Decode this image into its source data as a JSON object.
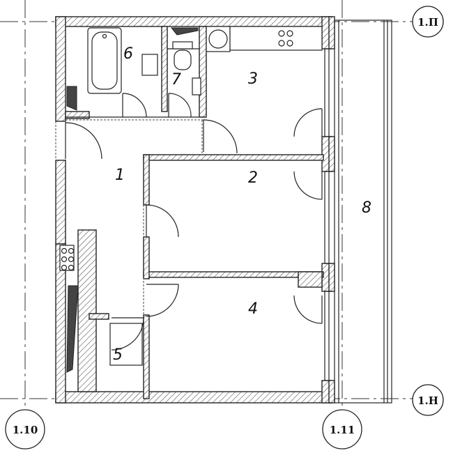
{
  "rooms": [
    {
      "id": "1",
      "label": "1"
    },
    {
      "id": "2",
      "label": "2"
    },
    {
      "id": "3",
      "label": "3"
    },
    {
      "id": "4",
      "label": "4"
    },
    {
      "id": "5",
      "label": "5"
    },
    {
      "id": "6",
      "label": "6"
    },
    {
      "id": "7",
      "label": "7"
    },
    {
      "id": "8",
      "label": "8"
    }
  ],
  "axes": {
    "top_right": "1.П",
    "bottom_right": "1.Н",
    "bottom_left": "1.10",
    "bottom_mid": "1.11"
  }
}
